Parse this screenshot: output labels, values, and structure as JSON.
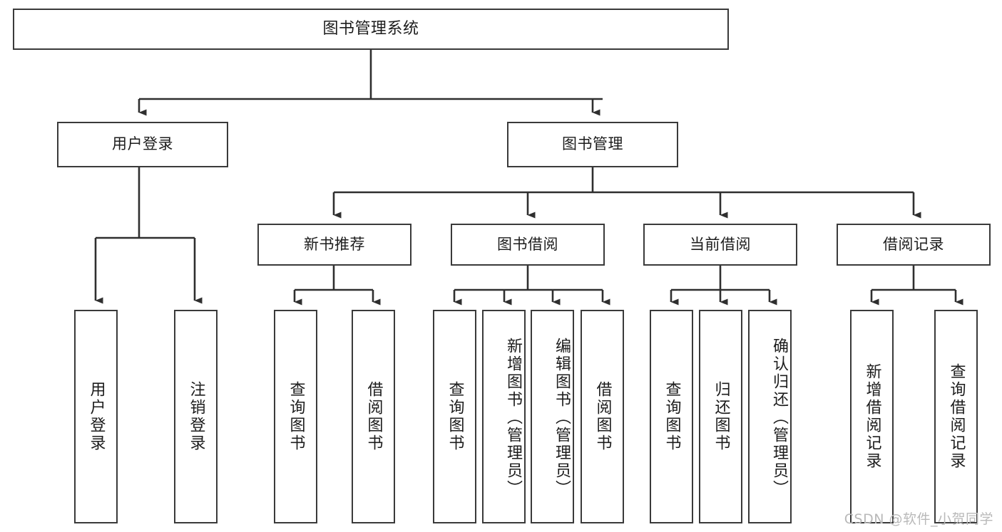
{
  "diagram": {
    "title": "图书管理系统",
    "type": "tree-hierarchy-chart",
    "colors": {
      "box_border": "#3a3a3a",
      "box_fill": "#ffffff",
      "connector": "#2f2f2f",
      "text": "#1c1c1c",
      "watermark": "#b9b9b9"
    },
    "root": {
      "label": "图书管理系统"
    },
    "level2": [
      {
        "label": "用户登录"
      },
      {
        "label": "图书管理"
      }
    ],
    "level3": [
      {
        "label": "新书推荐"
      },
      {
        "label": "图书借阅"
      },
      {
        "label": "当前借阅"
      },
      {
        "label": "借阅记录"
      }
    ],
    "leaves": {
      "user_login": [
        {
          "label": "用户登录"
        },
        {
          "label": "注销登录"
        }
      ],
      "new_book_recommend": [
        {
          "label": "查询图书"
        },
        {
          "label": "借阅图书"
        }
      ],
      "book_borrow": [
        {
          "label": "查询图书"
        },
        {
          "label": "新增图书（管理员）"
        },
        {
          "label": "编辑图书（管理员）"
        },
        {
          "label": "借阅图书"
        }
      ],
      "current_borrow": [
        {
          "label": "查询图书"
        },
        {
          "label": "归还图书"
        },
        {
          "label": "确认归还（管理员）"
        }
      ],
      "borrow_record": [
        {
          "label": "新增借阅记录"
        },
        {
          "label": "查询借阅记录"
        }
      ]
    }
  },
  "watermark": {
    "text": "CSDN @软件_小贺同学"
  }
}
